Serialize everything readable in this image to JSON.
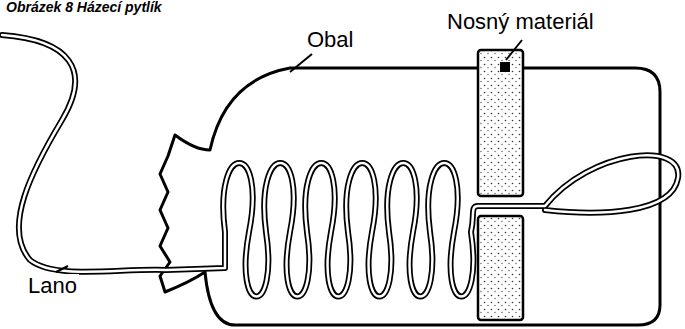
{
  "diagram": {
    "labels": [
      "Obrázek 8 Házecí pytlík",
      "Obal",
      "Nosný materiál",
      "Lano"
    ]
  }
}
